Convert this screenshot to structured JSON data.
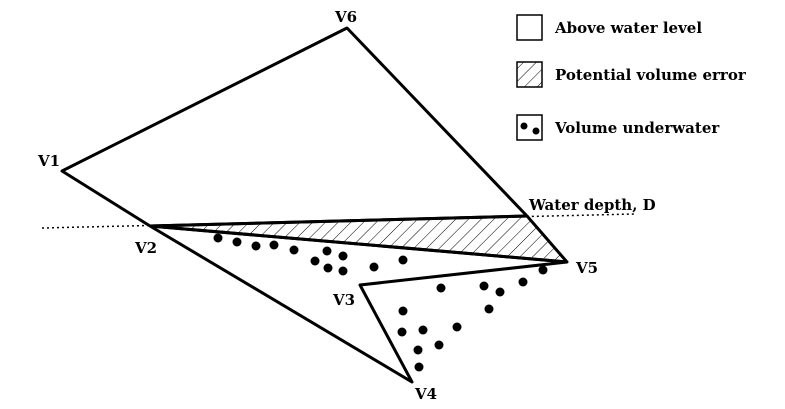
{
  "vertices": {
    "v1": "V1",
    "v2": "V2",
    "v3": "V3",
    "v4": "V4",
    "v5": "V5",
    "v6": "V6"
  },
  "water_line_label": "Water depth, D",
  "legend": {
    "above": "Above water level",
    "error": "Potential volume error",
    "under": "Volume underwater"
  },
  "colors": {
    "stroke": "#000000",
    "background": "#ffffff"
  }
}
